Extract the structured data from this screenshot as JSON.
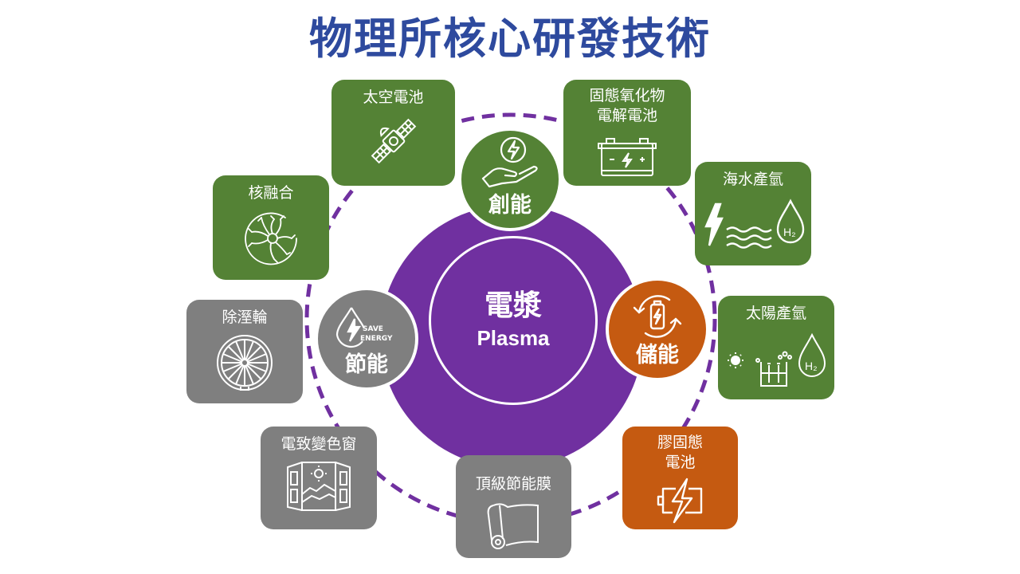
{
  "title": "物理所核心研發技術",
  "center": {
    "label_zh": "電漿",
    "label_en": "Plasma"
  },
  "pillars": [
    {
      "id": "create",
      "label": "創能",
      "icon": "hand-energy-icon",
      "color": "#548235"
    },
    {
      "id": "store",
      "label": "儲能",
      "icon": "battery-cycle-icon",
      "color": "#C55A11"
    },
    {
      "id": "save",
      "label": "節能",
      "icon": "save-energy-drop-icon",
      "color": "#7F7F7F",
      "icon_text_1": "SAVE",
      "icon_text_2": "ENERGY"
    }
  ],
  "technologies": [
    {
      "label": "太空電池",
      "icon": "satellite-icon",
      "category": "創能"
    },
    {
      "label": "固態氧化物\n電解電池",
      "icon": "car-battery-icon",
      "category": "創能"
    },
    {
      "label": "海水產氫",
      "icon": "sea-hydrogen-icon",
      "category": "創能",
      "badge": "H2"
    },
    {
      "label": "太陽產氫",
      "icon": "solar-hydrogen-icon",
      "category": "創能",
      "badge": "H2"
    },
    {
      "label": "膠固態\n電池",
      "icon": "battery-charge-icon",
      "category": "儲能"
    },
    {
      "label": "頂級節能膜",
      "icon": "film-roll-icon",
      "category": "節能"
    },
    {
      "label": "電致變色窗",
      "icon": "window-icon",
      "category": "節能"
    },
    {
      "label": "除溼輪",
      "icon": "wheel-icon",
      "category": "節能"
    },
    {
      "label": "核融合",
      "icon": "fusion-icon",
      "category": "創能"
    }
  ],
  "colors": {
    "title": "#2E4A9E",
    "plasma": "#7030A0",
    "create": "#548235",
    "store": "#C55A11",
    "save": "#7F7F7F"
  }
}
